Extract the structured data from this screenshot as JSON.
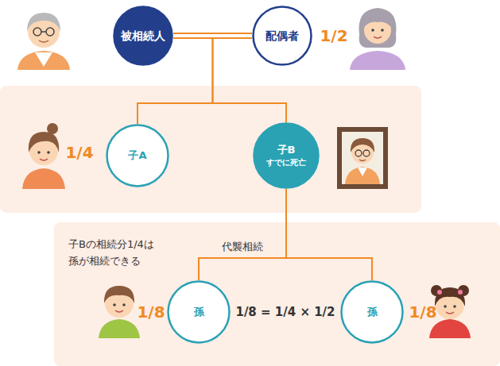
{
  "diagram": {
    "nodes": [
      {
        "text": [
          "被相続人"
        ]
      },
      {
        "text": [
          "配偶者"
        ]
      },
      {
        "text": [
          "子A"
        ]
      },
      {
        "text": [
          "子B",
          "すでに死亡"
        ]
      },
      {
        "text": [
          "子Bの相続分1/4は 孫が相続できる"
        ]
      },
      {
        "text": [
          "孫"
        ],
        "in": 4
      },
      {
        "text": [
          "孫"
        ],
        "in": 4
      }
    ],
    "edges": [
      {
        "from": 0,
        "to": 1,
        "arrow": "none"
      },
      {
        "from": 0,
        "to": 2,
        "arrow": "none"
      },
      {
        "from": 0,
        "to": 3,
        "arrow": "none"
      },
      {
        "from": 3,
        "to": 5,
        "label": "代襲相続",
        "arrow": "none"
      },
      {
        "from": 3,
        "to": 6,
        "arrow": "none"
      }
    ],
    "labels": [
      "1/2",
      "1/4",
      "1/8",
      "1/8 = 1/4 × 1/2",
      "1/8"
    ]
  }
}
